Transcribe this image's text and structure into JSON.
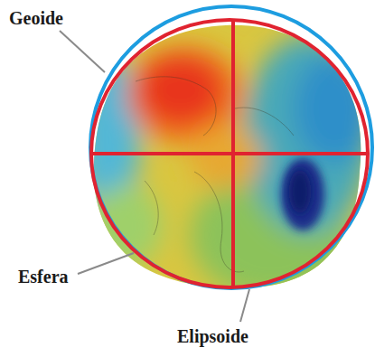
{
  "diagram": {
    "labels": [
      "Geoide",
      "Esfera",
      "Elipsoide"
    ]
  }
}
